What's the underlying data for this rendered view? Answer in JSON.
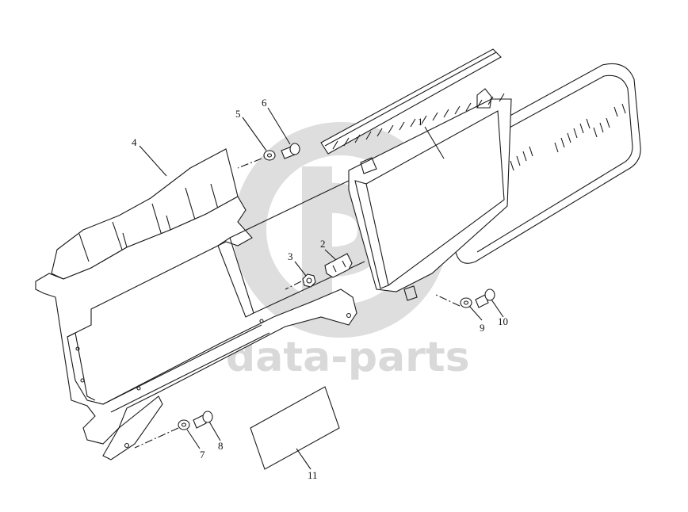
{
  "watermark": {
    "text": "data-parts",
    "color": "#d9d9d9"
  },
  "callouts": {
    "c1": "1",
    "c2": "2",
    "c3": "3",
    "c4": "4",
    "c5": "5",
    "c6": "6",
    "c7": "7",
    "c8": "8",
    "c9": "9",
    "c10": "10",
    "c11": "11"
  }
}
